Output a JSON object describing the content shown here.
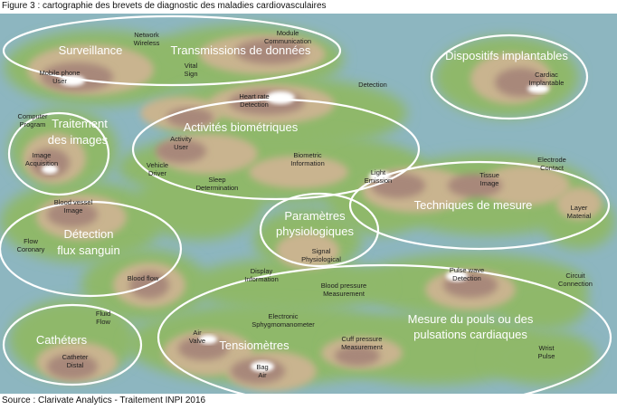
{
  "figure_caption": "Figure 3 : cartographie des brevets de diagnostic des maladies cardiovasculaires",
  "source": "Source : Clarivate Analytics - Traitement INPI 2016",
  "colors": {
    "sea": "#8db6c0",
    "lowland": "#8fb86a",
    "midland": "#c9b48f",
    "highland": "#a8887a",
    "peak": "#ffffff",
    "ellipse_stroke": "#ffffff"
  },
  "clusters": [
    {
      "id": "surveillance",
      "label": "Surveillance"
    },
    {
      "id": "transmissions",
      "label": "Transmissions de données"
    },
    {
      "id": "dispositifs",
      "label": "Dispositifs implantables"
    },
    {
      "id": "traitement-1",
      "label": "Traitement"
    },
    {
      "id": "traitement-2",
      "label": "des images"
    },
    {
      "id": "activites",
      "label": "Activités biométriques"
    },
    {
      "id": "techniques",
      "label": "Techniques de mesure"
    },
    {
      "id": "detection-1",
      "label": "Détection"
    },
    {
      "id": "detection-2",
      "label": "flux sanguin"
    },
    {
      "id": "parametres-1",
      "label": "Paramètres"
    },
    {
      "id": "parametres-2",
      "label": "physiologiques"
    },
    {
      "id": "mesure-1",
      "label": "Mesure du pouls ou des"
    },
    {
      "id": "mesure-2",
      "label": "pulsations cardiaques"
    },
    {
      "id": "catheters",
      "label": "Cathéters"
    },
    {
      "id": "tensiometres",
      "label": "Tensiomètres"
    }
  ],
  "terms": [
    {
      "id": "network-wireless",
      "lines": [
        "Network",
        "Wireless"
      ]
    },
    {
      "id": "module-communication",
      "lines": [
        "Module",
        "Communication"
      ]
    },
    {
      "id": "mobile-phone-user",
      "lines": [
        "Mobile phone",
        "User"
      ]
    },
    {
      "id": "vital-sign",
      "lines": [
        "Vital",
        "Sign"
      ]
    },
    {
      "id": "cardiac-implantable",
      "lines": [
        "Cardiac",
        "Implantable"
      ]
    },
    {
      "id": "heart-rate-detection",
      "lines": [
        "Heart rate",
        "Detection"
      ]
    },
    {
      "id": "detection",
      "lines": [
        "Detection"
      ]
    },
    {
      "id": "computer-program",
      "lines": [
        "Computer",
        "Program"
      ]
    },
    {
      "id": "image-acquisition",
      "lines": [
        "Image",
        "Acquisition"
      ]
    },
    {
      "id": "activity-user",
      "lines": [
        "Activity",
        "User"
      ]
    },
    {
      "id": "vehicle-driver",
      "lines": [
        "Vehicle",
        "Driver"
      ]
    },
    {
      "id": "biometric-information",
      "lines": [
        "Biometric",
        "Information"
      ]
    },
    {
      "id": "sleep-determination",
      "lines": [
        "Sleep",
        "Determination"
      ]
    },
    {
      "id": "light-emission",
      "lines": [
        "Light",
        "Emission"
      ]
    },
    {
      "id": "tissue-image",
      "lines": [
        "Tissue",
        "Image"
      ]
    },
    {
      "id": "electrode-contact",
      "lines": [
        "Electrode",
        "Contact"
      ]
    },
    {
      "id": "layer-material",
      "lines": [
        "Layer",
        "Material"
      ]
    },
    {
      "id": "blood-vessel-image",
      "lines": [
        "Blood vessel",
        "Image"
      ]
    },
    {
      "id": "flow-coronary",
      "lines": [
        "Flow",
        "Coronary"
      ]
    },
    {
      "id": "signal-physiological",
      "lines": [
        "Signal",
        "Physiological"
      ]
    },
    {
      "id": "blood-flow",
      "lines": [
        "Blood flow"
      ]
    },
    {
      "id": "display-information",
      "lines": [
        "Display",
        "Information"
      ]
    },
    {
      "id": "blood-pressure-measurement",
      "lines": [
        "Blood pressure",
        "Measurement"
      ]
    },
    {
      "id": "pulse-wave-detection",
      "lines": [
        "Pulse wave",
        "Detection"
      ]
    },
    {
      "id": "circuit-connection",
      "lines": [
        "Circuit",
        "Connection"
      ]
    },
    {
      "id": "fluid-flow",
      "lines": [
        "Fluid",
        "Flow"
      ]
    },
    {
      "id": "electronic-sphygmomanometer",
      "lines": [
        "Electronic",
        "Sphygmomanometer"
      ]
    },
    {
      "id": "air-valve",
      "lines": [
        "Air",
        "Valve"
      ]
    },
    {
      "id": "cuff-pressure-measurement",
      "lines": [
        "Cuff pressure",
        "Measurement"
      ]
    },
    {
      "id": "catheter-distal",
      "lines": [
        "Catheter",
        "Distal"
      ]
    },
    {
      "id": "bag-air",
      "lines": [
        "Bag",
        "Air"
      ]
    },
    {
      "id": "wrist-pulse",
      "lines": [
        "Wrist",
        "Pulse"
      ]
    }
  ]
}
